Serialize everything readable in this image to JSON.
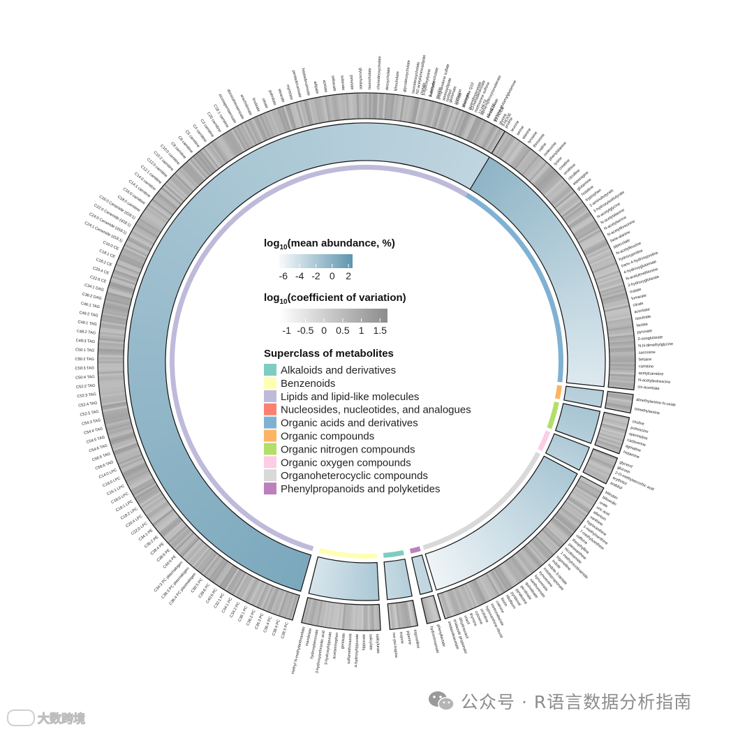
{
  "chart_data": {
    "type": "circular",
    "title": "",
    "legends": {
      "abundance": {
        "title_prefix": "log",
        "title_sub": "10",
        "title_suffix": "(mean abundance, %)",
        "ticks": [
          "-6",
          "-4",
          "-2",
          "0",
          "2"
        ],
        "range": [
          -6.5,
          2.5
        ],
        "color_low": "#f7fafc",
        "color_high": "#5f95ae"
      },
      "cv": {
        "title_prefix": "log",
        "title_sub": "10",
        "title_suffix": "(coefficient of variation)",
        "ticks": [
          "-1",
          "-0.5",
          "0",
          "0.5",
          "1",
          "1.5"
        ],
        "range": [
          -1.2,
          1.7
        ],
        "color_low": "#ffffff",
        "color_high": "#8c8c8c"
      },
      "superclass": {
        "title": "Superclass of metabolites",
        "items": [
          {
            "label": "Alkaloids and derivatives",
            "color": "#7fcdc1"
          },
          {
            "label": "Benzenoids",
            "color": "#ffffb3"
          },
          {
            "label": "Lipids and lipid-like molecules",
            "color": "#bebada"
          },
          {
            "label": "Nucleosides, nucleotides, and analogues",
            "color": "#fb8072"
          },
          {
            "label": "Organic acids and derivatives",
            "color": "#80b1d3"
          },
          {
            "label": "Organic compounds",
            "color": "#fdb462"
          },
          {
            "label": "Organic nitrogen compounds",
            "color": "#b3de69"
          },
          {
            "label": "Organic oxygen compounds",
            "color": "#fccde5"
          },
          {
            "label": "Organoheterocyclic compounds",
            "color": "#d9d9d9"
          },
          {
            "label": "Phenylpropanoids and polyketides",
            "color": "#bc80bd"
          }
        ]
      }
    },
    "sectors": [
      {
        "superclass": "Organic acids and derivatives",
        "start_deg": 10,
        "end_deg": 96,
        "abundance_start": 1.2,
        "abundance_end": -5.0,
        "cv_level": 0.45,
        "labels": [
          "N2-acetylaminoadipate",
          "5-hydroxylysine",
          "succinate",
          "taurine",
          "aminoadipate",
          "glutamate",
          "quinate",
          "glutarate",
          "guanidinoacetate",
          "methionine sulfone",
          "alpha-hydroxyisovalerate",
          "mesaconate",
          "gamma-glutamylglutamine",
          "glycine",
          "proline",
          "leucine",
          "serine",
          "alanine",
          "tyrosine",
          "threonine",
          "valine",
          "isoleucine",
          "phenylalanine",
          "lysine",
          "creatine",
          "ornithine",
          "citrulline",
          "asparagine",
          "glutamine",
          "histidine",
          "tryptophan",
          "2-aminobutyrate",
          "3-hydroxyisobutyrate",
          "N-acetylglycine",
          "N-acetylalanine",
          "N-acetylserine",
          "N-acetylthreonine",
          "beta-alanine",
          "pipecolate",
          "N-acetylleucine",
          "hydroxyproline",
          "trans-4-hydroxyproline",
          "4-hydroxyglutamate",
          "N-acetylmethionine",
          "2-hydroxyglutarate",
          "malate",
          "fumarate",
          "citrate",
          "aconitate",
          "isocitrate",
          "lactate",
          "pyruvate",
          "2-oxoglutarate",
          "N,N-dimethylglycine",
          "sarcosine",
          "betaine",
          "carnitine",
          "acetylcarnitine",
          "N-acetylputrescine",
          "cis-aconitate"
        ]
      },
      {
        "superclass": "Organic compounds",
        "start_deg": 97,
        "end_deg": 101,
        "abundance_start": -2.5,
        "abundance_end": -3.0,
        "cv_level": 0.5,
        "labels": [
          "dimethylamine-N-oxide",
          "trimethylamine"
        ]
      },
      {
        "superclass": "Organic nitrogen compounds",
        "start_deg": 102,
        "end_deg": 110,
        "abundance_start": -1.8,
        "abundance_end": -2.6,
        "cv_level": 0.4,
        "labels": [
          "choline",
          "putrescine",
          "spermidine",
          "cadaverine",
          "agmatine",
          "histamine"
        ]
      },
      {
        "superclass": "Organic oxygen compounds",
        "start_deg": 111,
        "end_deg": 117,
        "abundance_start": -2.2,
        "abundance_end": -3.0,
        "cv_level": 0.45,
        "labels": [
          "glycerol",
          "glucose",
          "2-O-methylascorbic acid",
          "erythritol",
          "arabitol"
        ]
      },
      {
        "superclass": "Organoheterocyclic compounds",
        "start_deg": 118,
        "end_deg": 163,
        "abundance_start": -2.0,
        "abundance_end": -6.0,
        "cv_level": 0.5,
        "labels": [
          "bilirubin",
          "biliverdin",
          "urate",
          "uric acid",
          "allantoin",
          "xanthine",
          "hypoxanthine",
          "1-methylxanthine",
          "7-methylxanthine",
          "caffeine",
          "theophylline",
          "paraxanthine",
          "nicotinamide",
          "1-methylnicotinamide",
          "trigonelline",
          "indole",
          "indole-3-lactate",
          "indolepropionate",
          "kynurenine",
          "kynurenate",
          "xanthurenate",
          "quinolinate",
          "picolinate",
          "pyridoxine",
          "pyridoxal",
          "riboflavin",
          "biotin",
          "cotinine",
          "metronidazole",
          "hypoxanthine-ribose",
          "orotidine",
          "cytosine",
          "thymine",
          "uracil",
          "dihydrouracil",
          "imidazole propionate",
          "imidazoleacetate"
        ]
      },
      {
        "superclass": "Phenylpropanoids and polyketides",
        "start_deg": 164,
        "end_deg": 167,
        "abundance_start": -3.2,
        "abundance_end": -3.5,
        "cv_level": 0.3,
        "labels": [
          "phenyllactate",
          "hydrocinnamate"
        ]
      },
      {
        "superclass": "Alkaloids and derivatives",
        "start_deg": 169,
        "end_deg": 175,
        "abundance_start": -2.6,
        "abundance_end": -3.6,
        "cv_level": 0.35,
        "labels": [
          "trigonelline",
          "piperine",
          "tropine",
          "nor-psi-tropine"
        ]
      },
      {
        "superclass": "Benzenoids",
        "start_deg": 177,
        "end_deg": 194,
        "abundance_start": -2.0,
        "abundance_end": -4.6,
        "cv_level": 0.4,
        "labels": [
          "salicylurate",
          "salicylate",
          "hippurate",
          "4-hydroxyhippurate",
          "sulfamethoxazole",
          "gentisate",
          "acetaminophen",
          "3-hydroxyhippurate",
          "3-hydroxyanthranilic acid",
          "hydroxybenzoate",
          "mandelate",
          "methyl N-methylanthranilate"
        ]
      },
      {
        "superclass": "Lipids and lipid-like molecules",
        "start_deg": 196,
        "end_deg": 391,
        "abundance_start": 0.8,
        "abundance_end": -3.2,
        "cv_level": 0.55,
        "labels": [
          "C38:3 PC",
          "C38:4 PC",
          "C36:4 PC",
          "C36:3 PC",
          "C36:2 PC",
          "C36:1 PC",
          "C34:2 PC",
          "C34:1 PC",
          "C32:1 PC",
          "C40:6 PC",
          "C38:6 PC",
          "C38:5 PC",
          "C36:4 PC plasmalogen",
          "C36:3 PC plasmalogen",
          "C34:3 PC plasmalogen",
          "C40:6 PE",
          "C38:6 PE",
          "C38:4 PE",
          "C36:2 PE",
          "C34:1 PE",
          "C22:0 LPC",
          "C20:4 LPC",
          "C18:2 LPC",
          "C18:1 LPC",
          "C18:0 LPC",
          "C16:1 LPC",
          "C16:0 LPC",
          "C14:0 LPC",
          "C56:6 TAG",
          "C56:5 TAG",
          "C54:6 TAG",
          "C54:5 TAG",
          "C54:4 TAG",
          "C54:3 TAG",
          "C52:5 TAG",
          "C52:4 TAG",
          "C52:3 TAG",
          "C52:2 TAG",
          "C50:4 TAG",
          "C50:3 TAG",
          "C50:2 TAG",
          "C50:1 TAG",
          "C48:3 TAG",
          "C48:2 TAG",
          "C48:1 TAG",
          "C46:2 TAG",
          "C46:1 TAG",
          "C36:2 DAG",
          "C34:1 DAG",
          "C22:6 CE",
          "C20:4 CE",
          "C18:2 CE",
          "C18:1 CE",
          "C16:0 CE",
          "C24:1 Ceramide (d18:1)",
          "C24:0 Ceramide (d18:1)",
          "C22:0 Ceramide (d18:1)",
          "C16:0 Ceramide (d18:1)",
          "C18:0 carnitine",
          "C16:0 carnitine",
          "C14:1 carnitine",
          "C14:0 carnitine",
          "C12:1 carnitine",
          "C12:0 carnitine",
          "C10:2 carnitine",
          "C10:0 carnitine",
          "C8 carnitine",
          "C6 carnitine",
          "C5 carnitine",
          "C4 carnitine",
          "C3 carnitine",
          "C20 carnitine",
          "C18:1 carnitine",
          "eicosapentaenoate",
          "docosahexaenoate",
          "arachidonate",
          "linoleate",
          "oleate",
          "palmitate",
          "stearate",
          "myristate",
          "pentadecanoate",
          "heptadecanoate",
          "adipate",
          "azelate",
          "sebacate",
          "suberate",
          "pimelate",
          "glycocholate",
          "taurocholate",
          "chenodeoxycholate",
          "deoxycholate",
          "lithocholate",
          "glycodeoxycholate",
          "taurodeoxycholate",
          "cholate",
          "3-dehydrocholate",
          "pregnanolone sulfate",
          "cortisol",
          "cortisone",
          "coenzyme Q10",
          "10-nonadecenoate",
          "12-HETE",
          "15-HETE",
          "13-HODE",
          "9-HODE"
        ]
      }
    ]
  }
}
